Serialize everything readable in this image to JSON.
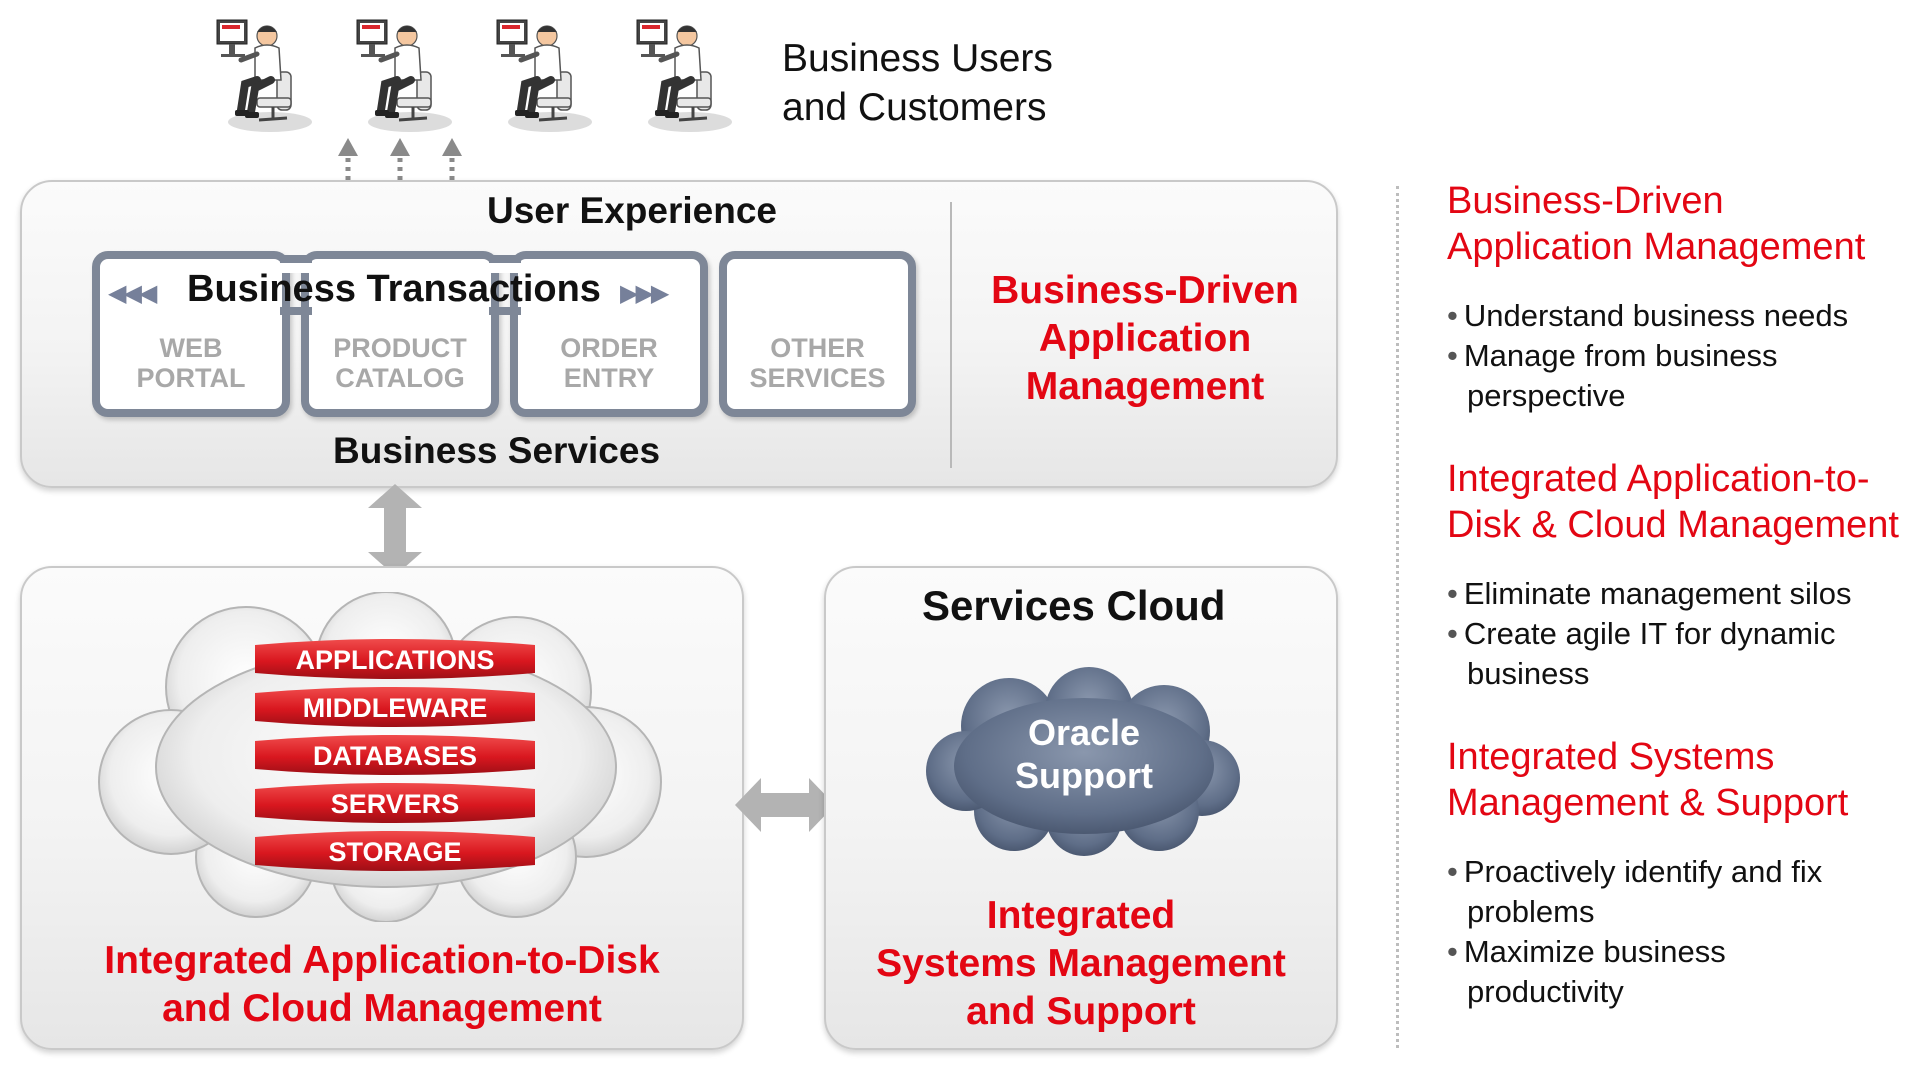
{
  "top": {
    "users_label_line1": "Business Users",
    "users_label_line2": "and Customers"
  },
  "user_experience": {
    "title": "User Experience",
    "business_transactions": "Business Transactions",
    "arrows_left": "◀◀◀",
    "arrows_right": "▶▶▶",
    "services": [
      {
        "line1": "WEB",
        "line2": "PORTAL"
      },
      {
        "line1": "PRODUCT",
        "line2": "CATALOG"
      },
      {
        "line1": "ORDER",
        "line2": "ENTRY"
      },
      {
        "line1": "OTHER",
        "line2": "SERVICES"
      }
    ],
    "business_services": "Business Services",
    "bdam_line1": "Business-Driven",
    "bdam_line2": "Application",
    "bdam_line3": "Management"
  },
  "cloud_stack": {
    "layers": [
      "APPLICATIONS",
      "MIDDLEWARE",
      "DATABASES",
      "SERVERS",
      "STORAGE"
    ],
    "caption_line1": "Integrated Application-to-Disk",
    "caption_line2": "and Cloud Management"
  },
  "services_cloud": {
    "title": "Services Cloud",
    "cloud_line1": "Oracle",
    "cloud_line2": "Support",
    "caption_line1": "Integrated",
    "caption_line2": "Systems Management",
    "caption_line3": "and Support"
  },
  "right_column": {
    "sections": [
      {
        "head_line1": "Business-Driven",
        "head_line2": "Application Management",
        "bullets": [
          {
            "line1": "Understand business needs",
            "line2": ""
          },
          {
            "line1": "Manage from business",
            "line2": "perspective"
          }
        ]
      },
      {
        "head_line1": "Integrated Application-to-",
        "head_line2": "Disk & Cloud Management",
        "bullets": [
          {
            "line1": "Eliminate management silos",
            "line2": ""
          },
          {
            "line1": "Create agile IT for dynamic",
            "line2": "business"
          }
        ]
      },
      {
        "head_line1": "Integrated Systems",
        "head_line2": "Management & Support",
        "bullets": [
          {
            "line1": "Proactively identify and fix",
            "line2": "problems"
          },
          {
            "line1": "Maximize business",
            "line2": "productivity"
          }
        ]
      }
    ]
  },
  "colors": {
    "accent_red": "#e30613",
    "service_border": "#7e8797",
    "cloud_blue": "#5f6e88"
  },
  "icons": [
    "user-at-computer-icon",
    "dotted-double-arrow-icon",
    "gray-double-arrow-icon",
    "cloud-icon"
  ]
}
